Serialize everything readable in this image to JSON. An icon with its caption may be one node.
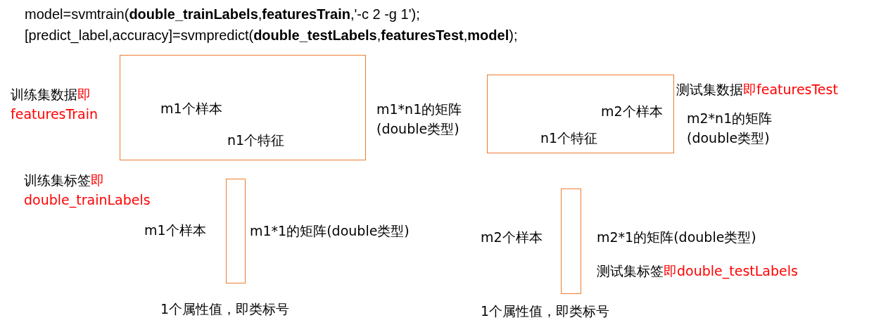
{
  "diagram": {
    "nodes": [
      {
        "text": [
          "m1个样本",
          "n1个特征"
        ],
        "beside": [
          "训练集数据",
          "即featuresTrain",
          "m1*n1的矩阵 (double类型)"
        ]
      },
      {
        "text": [
          "m2个样本",
          "n1个特征"
        ],
        "beside": [
          "测试集数据",
          "即featuresTest",
          "m2*n1的矩阵 (double类型)"
        ]
      },
      {
        "text": [],
        "shape": "box",
        "beside": [
          "训练集标签",
          "即double_trainLabels",
          "m1个样本",
          "m1*1的矩阵(double类型)",
          "1个属性值，即类标号"
        ]
      },
      {
        "text": [],
        "shape": "box",
        "beside": [
          "m2个样本",
          "m2*1的矩阵(double类型)",
          "测试集标签",
          "即double_testLabels",
          "1个属性值，即类标号"
        ]
      }
    ],
    "labels": [
      "model=svmtrain(**double_trainLabels**,**featuresTrain**,'-c 2 -g 1');",
      "[predict_label,accuracy]=svmpredict(**double_testLabels**,**featuresTest**,**model**);"
    ]
  }
}
